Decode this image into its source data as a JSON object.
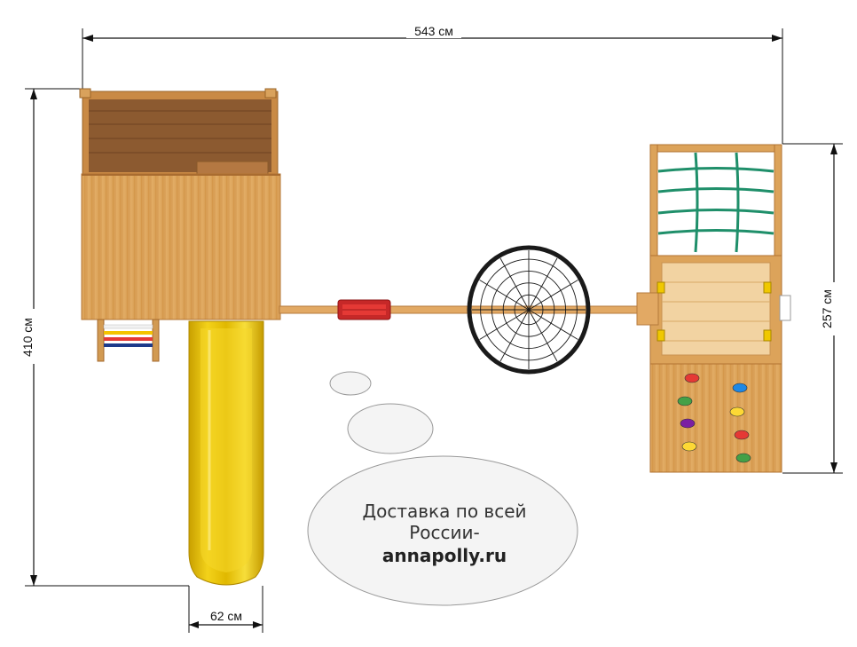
{
  "dimensions": {
    "total_width": "543 см",
    "total_depth": "410 см",
    "climb_block_depth": "257 см",
    "slide_width": "62 см"
  },
  "promo": {
    "line1": "Доставка по всей",
    "line2": "России-",
    "site": "annapolly.ru"
  },
  "colors": {
    "wood": "#dca35a",
    "wood_dark": "#b97834",
    "slide": "#f0c800",
    "net": "#1f8f6a",
    "swing_ring": "#1a1a1a",
    "red_seat": "#c62828",
    "holds": [
      "#e53935",
      "#1e88e5",
      "#43a047",
      "#fdd835",
      "#7b1fa2"
    ]
  },
  "icons": [
    "platform-roof",
    "ladder-icon",
    "slide-icon",
    "nest-swing-icon",
    "baby-swing-icon",
    "rope-net-icon",
    "climbing-wall-icon"
  ]
}
